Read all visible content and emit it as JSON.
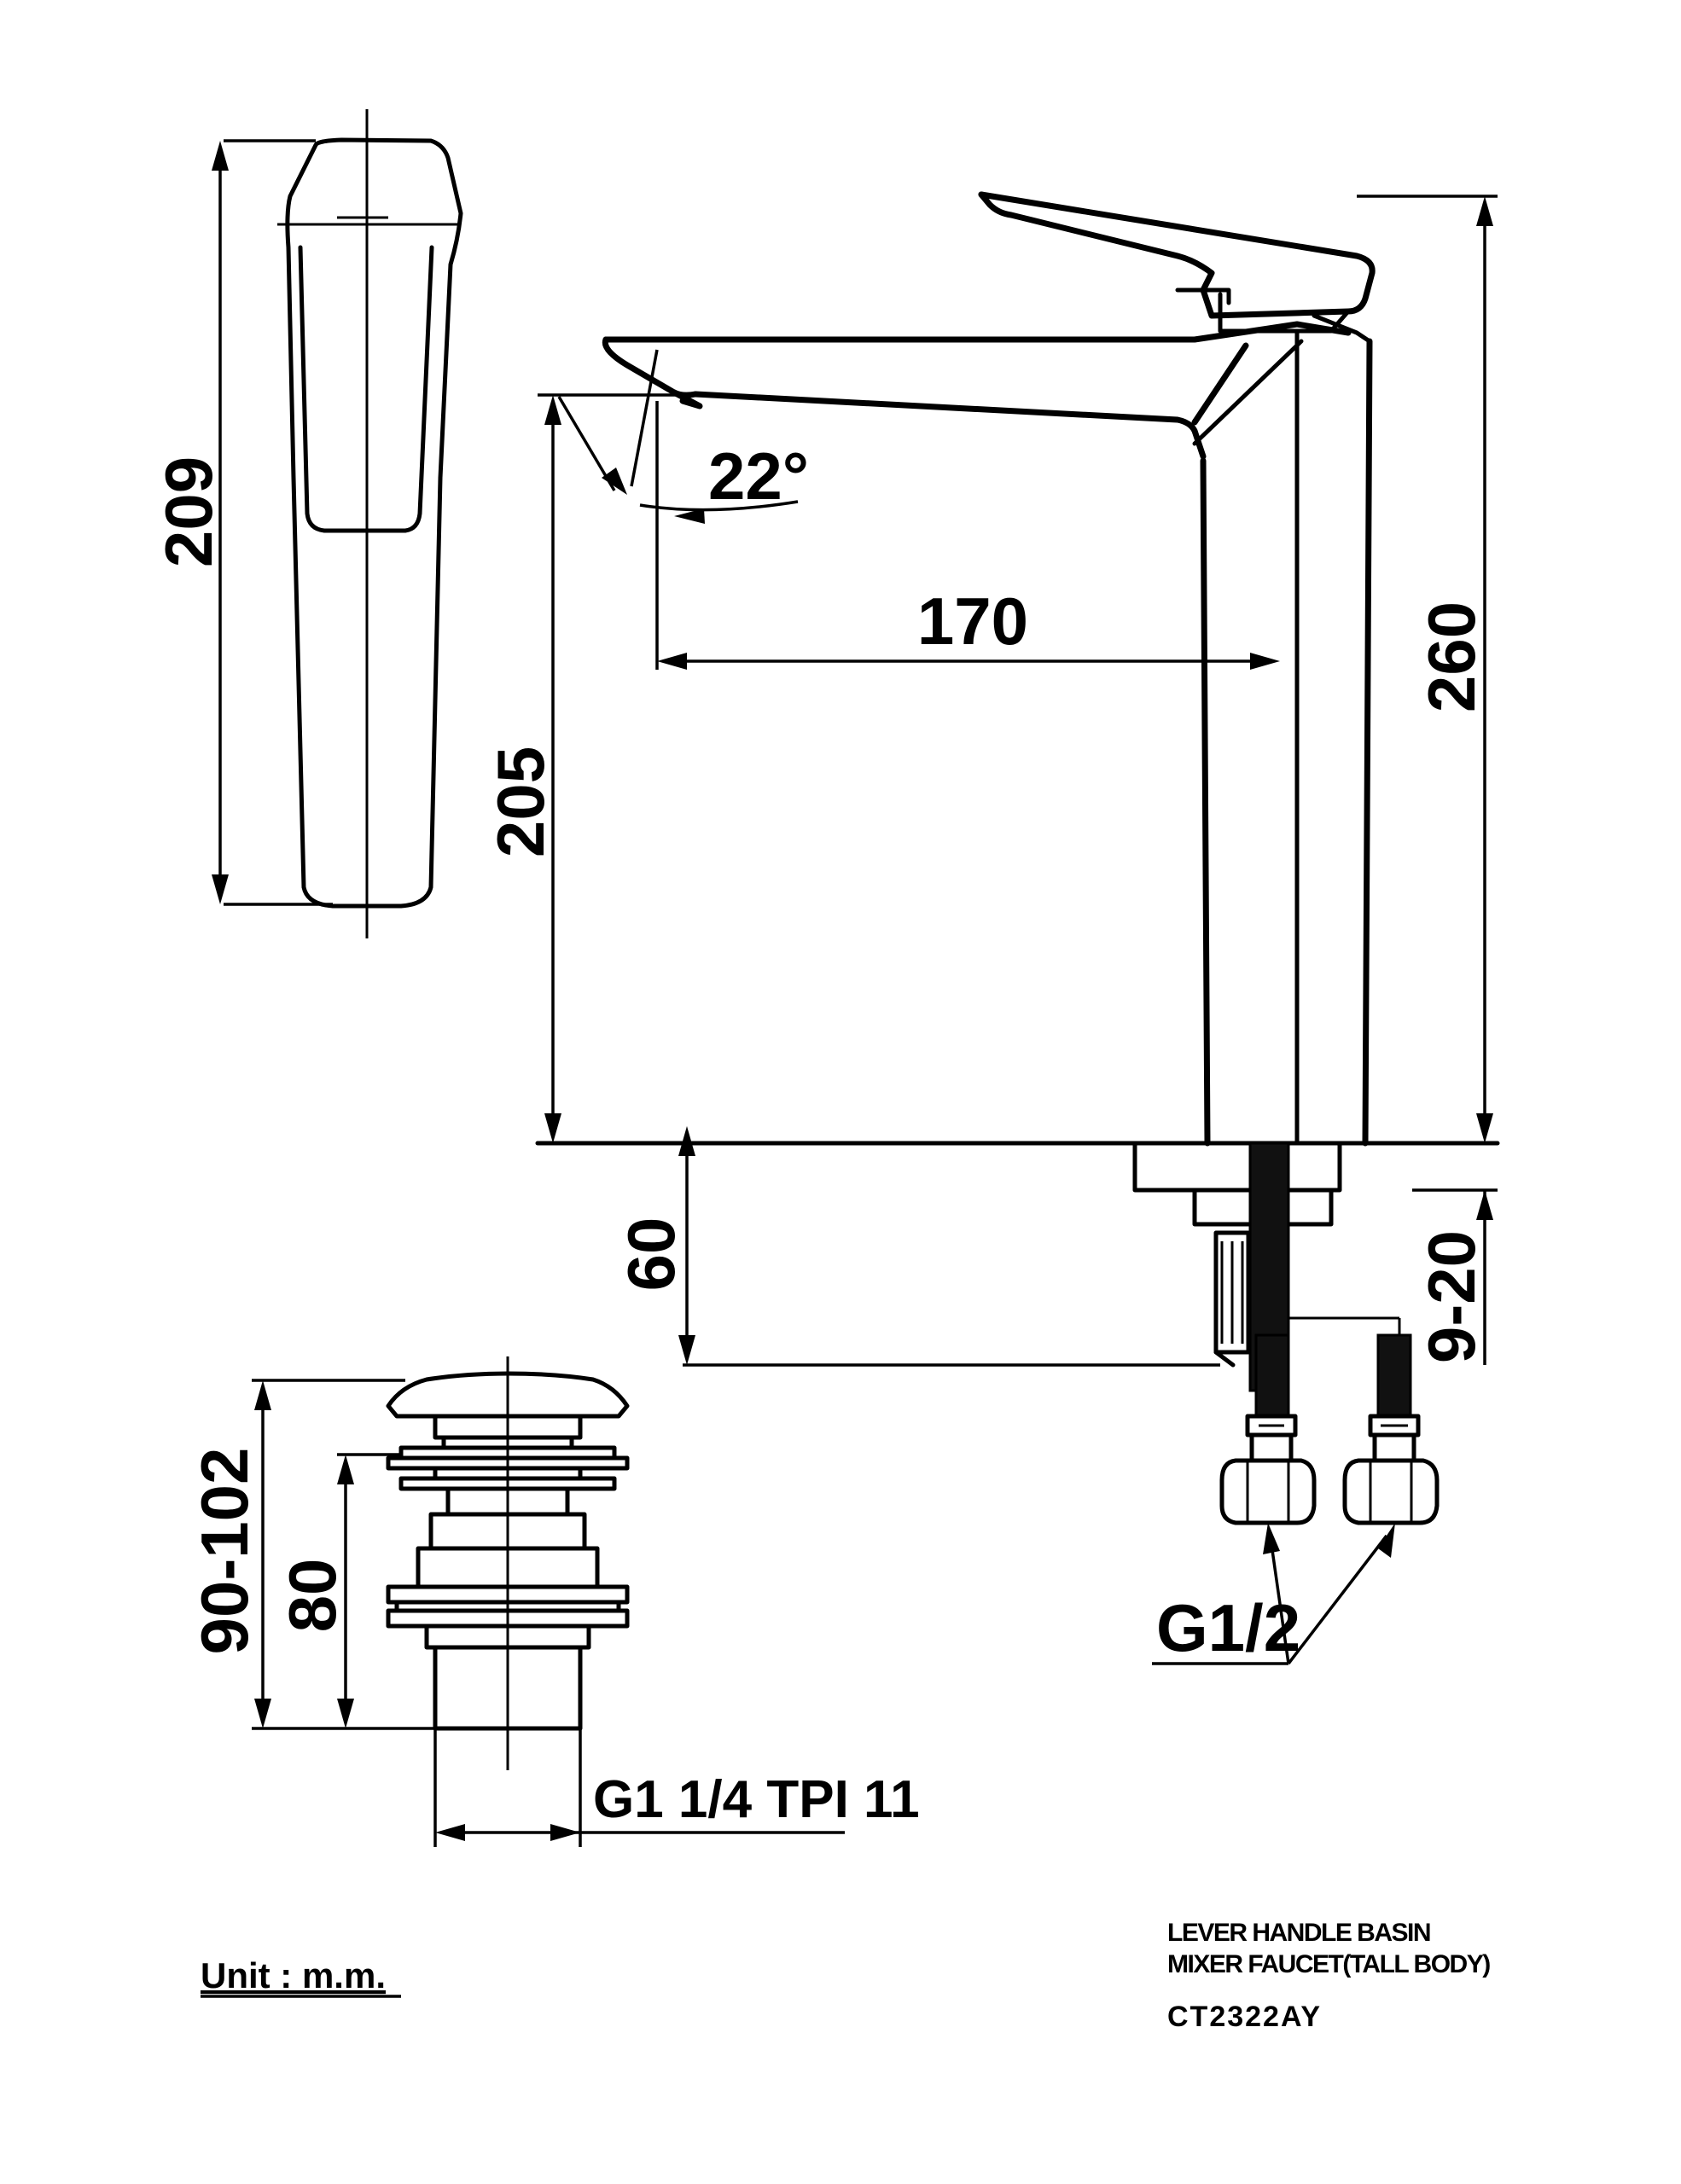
{
  "dimensions": {
    "handle_height": "209",
    "spout_angle": "22°",
    "spout_reach": "170",
    "total_height": "260",
    "spout_height": "205",
    "below_deck": "60",
    "deck_thickness": "9-20",
    "inlet_thread": "G1/2",
    "waste_range": "90-102",
    "waste_body": "80",
    "waste_thread": "G1 1/4 TPI 11"
  },
  "title_block": {
    "line1": "LEVER HANDLE BASIN",
    "line2": "MIXER FAUCET(TALL BODY)",
    "model": "CT2322AY"
  },
  "unit_label": "Unit : m.m."
}
